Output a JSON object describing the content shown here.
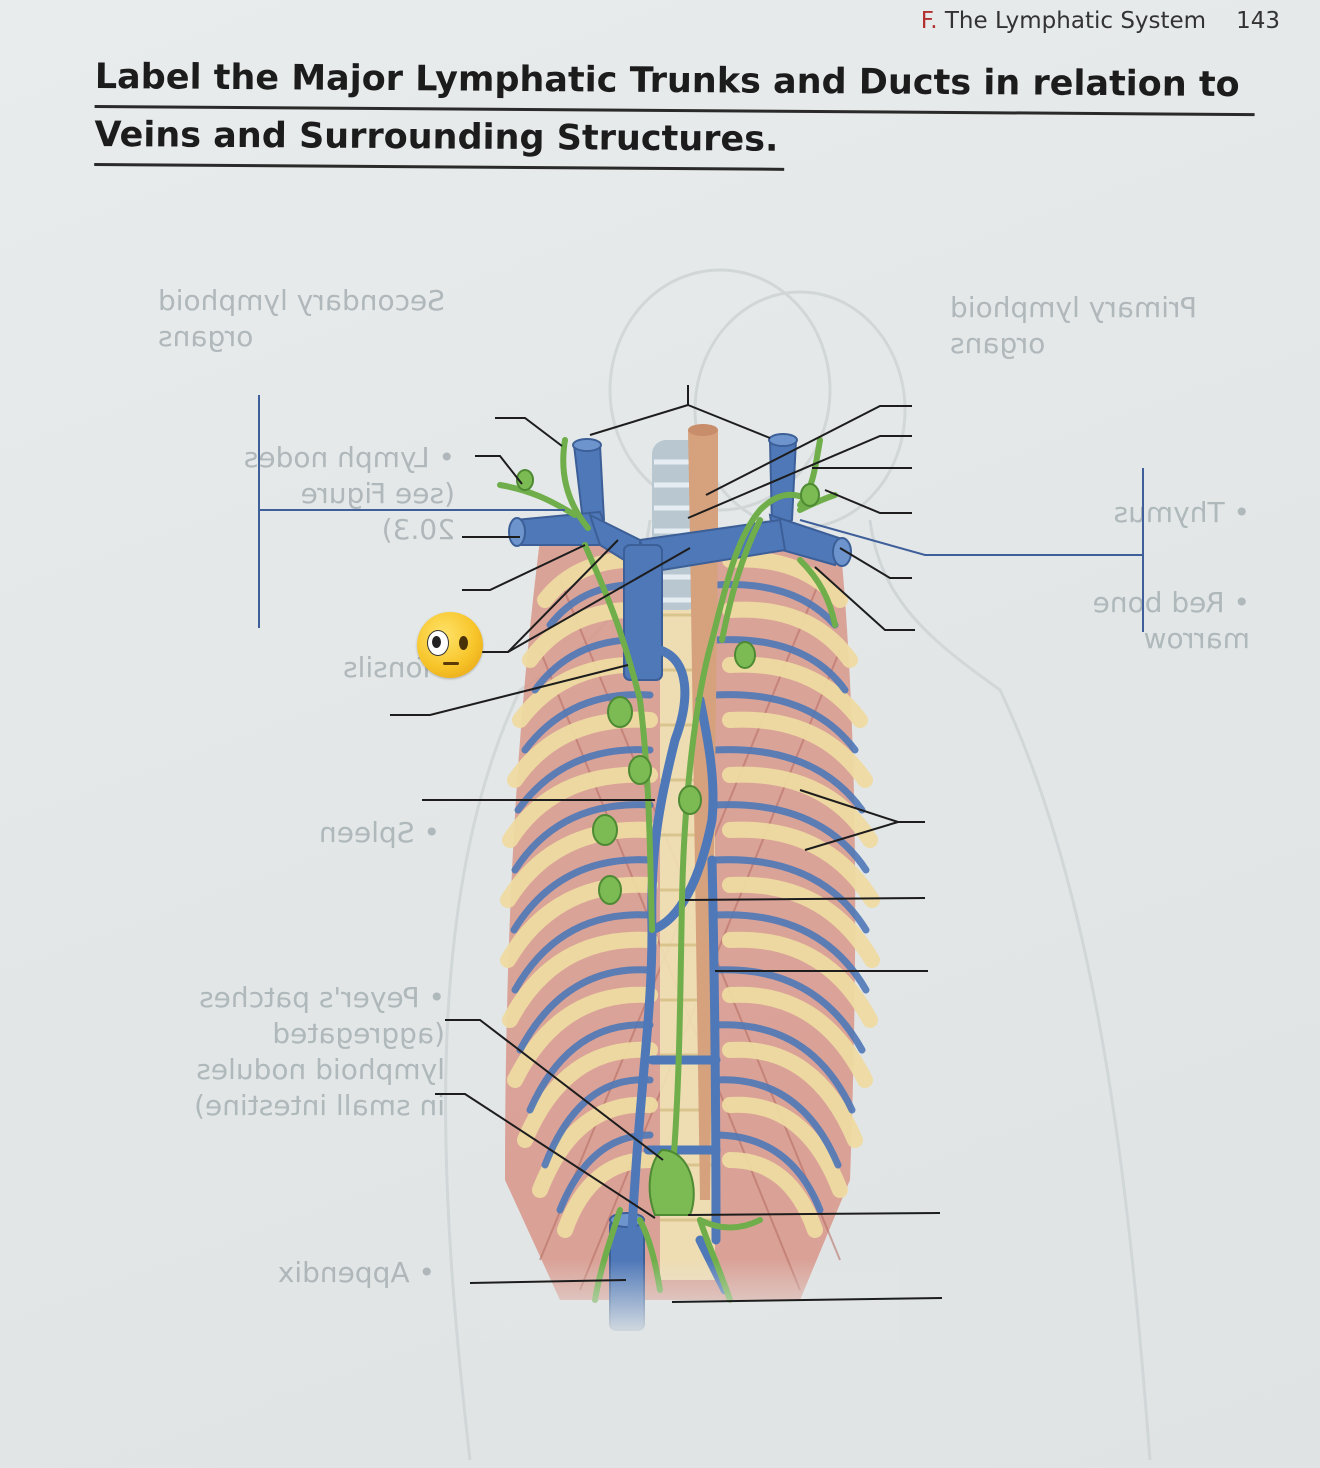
{
  "header": {
    "section": "F. The Lymphatic System",
    "page_number": "143"
  },
  "title": {
    "line1": "Label the Major Lymphatic Trunks and Ducts in relation to",
    "line2": "Veins and Surrounding Structures."
  },
  "show_through": {
    "secondary_organs": "Secondary lymphoid\norgans",
    "primary_organs": "Primary lymphoid\norgans",
    "lymph_nodes": "• Lymph nodes\n(see Figure\n20.3)",
    "tonsils": "Tonsils",
    "spleen": "• Spleen",
    "peyers_patches": "• Peyer's patches\n(aggregated\nlymphoid nodules\nin small intestine)",
    "appendix": "• Appendix",
    "thymus": "• Thymus",
    "red_bone_marrow": "• Red bone\nmarrow"
  },
  "colors": {
    "vein": "#4f78b8",
    "lymph_vessel": "#6fae4a",
    "artery": "#d6a27e",
    "trachea": "#b7c5cf",
    "muscle": "#cf8a7c",
    "rib": "#eed9a0",
    "leader_line": "#1d1d1d",
    "bracket_line": "#3f5f9a"
  },
  "icons": {
    "emoji": "face-with-peeking-eye-emoji"
  }
}
